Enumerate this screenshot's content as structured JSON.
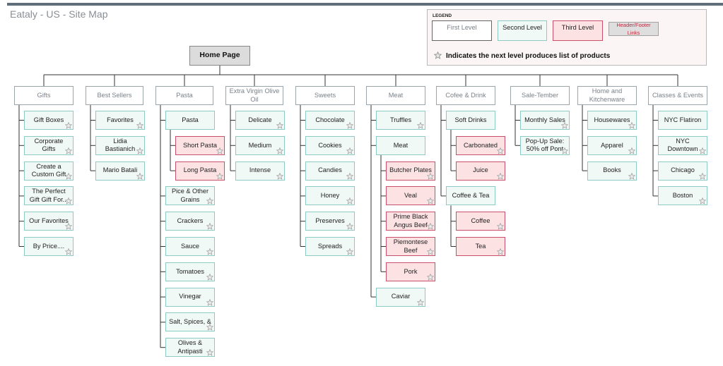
{
  "title": "Eataly - US - Site Map",
  "legend": {
    "title": "LEGEND",
    "first_level": "First  Level",
    "second_level": "Second Level",
    "third_level": "Third Level",
    "header_footer": "Header/Footer Links",
    "star_note": "Indicates the next level produces list of products",
    "star_icon": "star-icon"
  },
  "colors": {
    "first_level_border": "#9aa4ab",
    "second_level_fill": "#f1f9f7",
    "second_level_border": "#8ccbc3",
    "third_level_fill": "#fde2e4",
    "third_level_border": "#c9506b",
    "star": "#a0a0a0",
    "connector": "#333333"
  },
  "home": {
    "label": "Home Page"
  },
  "sections": [
    {
      "label": "Gifts",
      "items": [
        {
          "label": "Gift Boxes",
          "star": true
        },
        {
          "label": "Corporate Gifts",
          "star": true
        },
        {
          "label": "Create a Custom Gift",
          "star": true
        },
        {
          "label": "The Perfect Gift Gift For...",
          "star": true
        },
        {
          "label": "Our Favorites",
          "star": true
        },
        {
          "label": "By Price....",
          "star": true
        }
      ]
    },
    {
      "label": "Best Sellers",
      "items": [
        {
          "label": "Favorites",
          "star": true
        },
        {
          "label": "Lidia Bastianich",
          "star": true
        },
        {
          "label": "Mario Batali",
          "star": true
        }
      ]
    },
    {
      "label": "Pasta",
      "items": [
        {
          "label": "Pasta",
          "star": false,
          "children": [
            {
              "label": "Short Pasta",
              "star": true
            },
            {
              "label": "Long Pasta",
              "star": true
            }
          ]
        },
        {
          "label": "Pice & Other Grains",
          "star": true
        },
        {
          "label": "Crackers",
          "star": true
        },
        {
          "label": "Sauce",
          "star": true
        },
        {
          "label": "Tomatoes",
          "star": true
        },
        {
          "label": "Vinegar",
          "star": true
        },
        {
          "label": "Salt, Spices, &",
          "star": true
        },
        {
          "label": "Olives & Antipasti",
          "star": true
        }
      ]
    },
    {
      "label": "Extra Virgin Olive Oil",
      "items": [
        {
          "label": "Delicate",
          "star": true
        },
        {
          "label": "Medium",
          "star": true
        },
        {
          "label": "Intense",
          "star": true
        }
      ]
    },
    {
      "label": "Sweets",
      "items": [
        {
          "label": "Chocolate",
          "star": true
        },
        {
          "label": "Cookies",
          "star": true
        },
        {
          "label": "Candies",
          "star": true
        },
        {
          "label": "Honey",
          "star": true
        },
        {
          "label": "Preserves",
          "star": true
        },
        {
          "label": "Spreads",
          "star": true
        }
      ]
    },
    {
      "label": "Meat",
      "items": [
        {
          "label": "Truffles",
          "star": true
        },
        {
          "label": "Meat",
          "star": false,
          "children": [
            {
              "label": "Butcher Plates",
              "star": true
            },
            {
              "label": "Veal",
              "star": true
            },
            {
              "label": "Prime Black Angus Beef",
              "star": true
            },
            {
              "label": "Piemontese Beef",
              "star": true
            },
            {
              "label": "Pork",
              "star": true
            }
          ]
        },
        {
          "label": "Caviar",
          "star": true
        }
      ]
    },
    {
      "label": "Cofee & Drink",
      "items": [
        {
          "label": "Soft Drinks",
          "star": false,
          "children": [
            {
              "label": "Carbonated",
              "star": true
            },
            {
              "label": "Juice",
              "star": true
            }
          ]
        },
        {
          "label": "Coffee & Tea",
          "star": false,
          "children": [
            {
              "label": "Coffee",
              "star": true
            },
            {
              "label": "Tea",
              "star": true
            }
          ]
        }
      ]
    },
    {
      "label": "Sale-Tember",
      "items": [
        {
          "label": "Monthly Sales",
          "star": true
        },
        {
          "label": "Pop-Up Sale: 50% off Pont",
          "star": true
        }
      ]
    },
    {
      "label": "Home and Kitchenware",
      "items": [
        {
          "label": "Housewares",
          "star": true
        },
        {
          "label": "Apparel",
          "star": true
        },
        {
          "label": "Books",
          "star": true
        }
      ]
    },
    {
      "label": "Classes & Events",
      "items": [
        {
          "label": "NYC Flatiron",
          "star": false
        },
        {
          "label": "NYC Downtown",
          "star": true
        },
        {
          "label": "Chicago",
          "star": true
        },
        {
          "label": "Boston",
          "star": true
        }
      ]
    }
  ]
}
